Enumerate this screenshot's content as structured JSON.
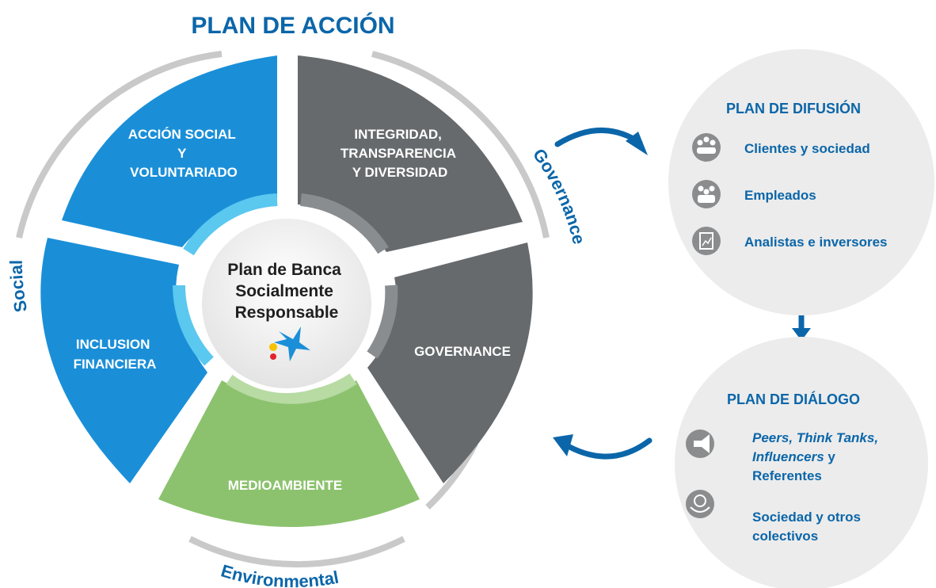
{
  "title": "PLAN DE ACCIÓN",
  "center": {
    "line1": "Plan de Banca",
    "line2": "Socialmente",
    "line3": "Responsable"
  },
  "segments": {
    "accion_social": [
      "ACCIÓN SOCIAL",
      "Y",
      "VOLUNTARIADO"
    ],
    "integridad": [
      "INTEGRIDAD,",
      "TRANSPARENCIA",
      "Y DIVERSIDAD"
    ],
    "inclusion": [
      "INCLUSION",
      "FINANCIERA"
    ],
    "governance": [
      "GOVERNANCE"
    ],
    "medioambiente": [
      "MEDIOAMBIENTE"
    ]
  },
  "outer_labels": {
    "social": "Social",
    "governance": "Governance",
    "environmental": "Environmental"
  },
  "difusion": {
    "title": "PLAN DE DIFUSIÓN",
    "items": [
      {
        "label": "Clientes y sociedad",
        "icon": "people-group-icon"
      },
      {
        "label": "Empleados",
        "icon": "employees-icon"
      },
      {
        "label": "Analistas e inversores",
        "icon": "report-chart-icon"
      }
    ]
  },
  "dialogo": {
    "title": "PLAN DE DIÁLOGO",
    "item1": {
      "italic1": "Peers, Think Tanks,",
      "italic2": "Influencers",
      "plain2": " y",
      "plain3": "Referentes",
      "icon": "megaphone-icon"
    },
    "item2": {
      "line1": "Sociedad y otros",
      "line2": "colectivos",
      "icon": "hands-globe-icon"
    }
  },
  "colors": {
    "blue": "#1a8fd8",
    "gray": "#666a6d",
    "green": "#8cc26e",
    "brand": "#0b66a9",
    "circle": "#ececec"
  }
}
